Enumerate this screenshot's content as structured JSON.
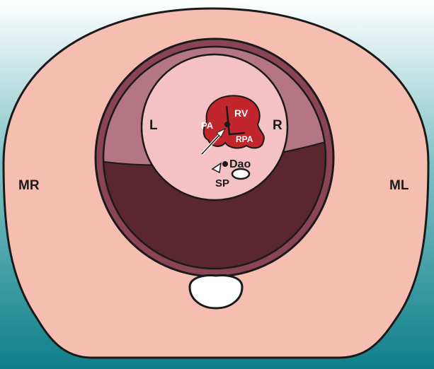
{
  "labels": {
    "left": "L",
    "right": "R",
    "mr": "MR",
    "ml": "ML",
    "rv": "RV",
    "pa": "PA",
    "rpa": "RPA",
    "dao": "Dao",
    "sp": "SP"
  },
  "colors": {
    "background_top": "#ffffff",
    "background_bottom": "#0e7f8a",
    "body": "#f6bdb1",
    "outer_ring": "#8a4456",
    "ring_band": "#b47684",
    "inner_disc": "#f4c2c4",
    "fluid": "#5a2630",
    "heart": "#c0262b",
    "outline": "#1a1a1a"
  },
  "icons": {
    "arrow": "arrow-icon",
    "arrowhead": "arrowhead-icon"
  }
}
